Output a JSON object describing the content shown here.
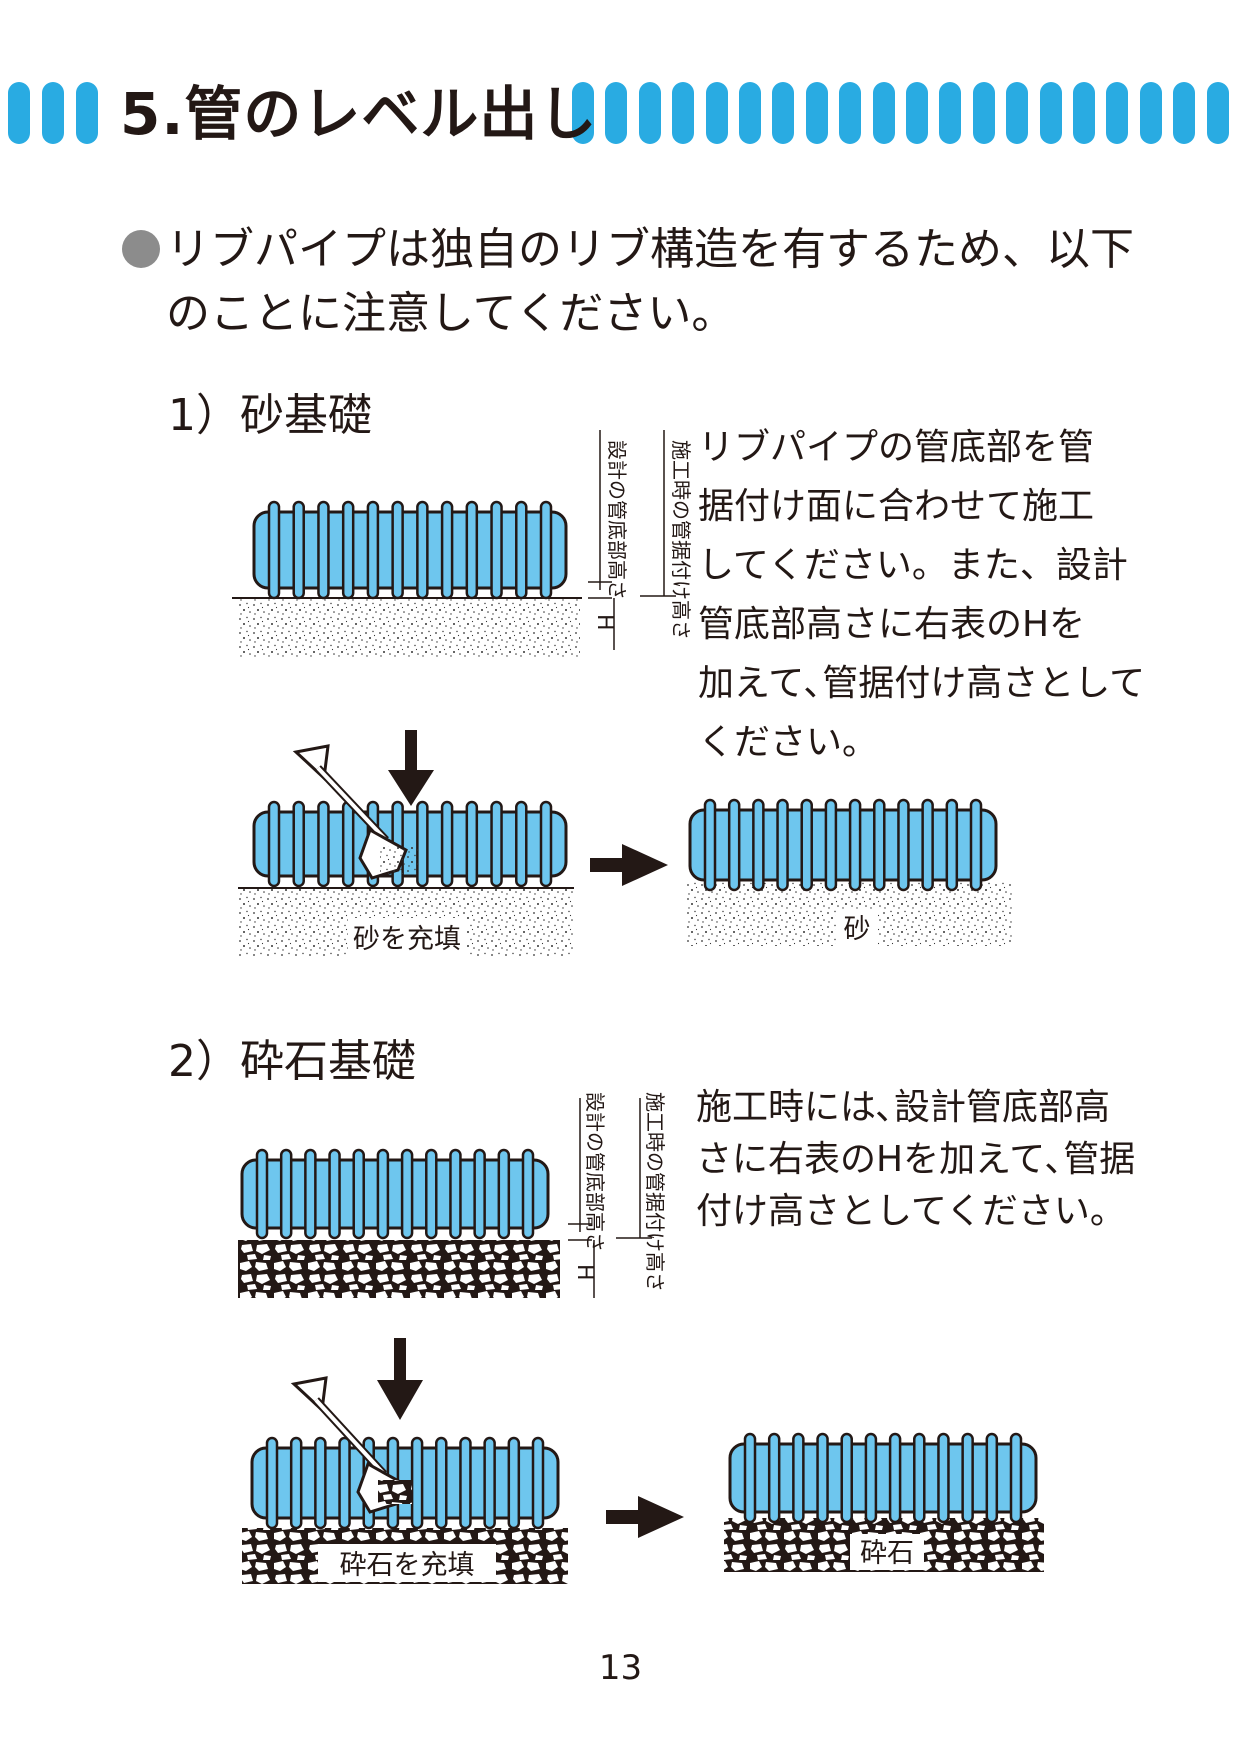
{
  "heading": {
    "title": "5.管のレベル出し"
  },
  "intro": {
    "line1": "リブパイプは独自のリブ構造を有するため、以下",
    "line2": "のことに注意してください。"
  },
  "section1": {
    "title": "1）砂基礎",
    "description_lines": [
      "リブパイプの管底部を管",
      "据付け面に合わせて施工",
      "してください。また、設計",
      "管底部高さに右表のHを",
      "加えて､管据付け高さとして",
      "ください。"
    ],
    "dimension_labels": {
      "design_height": "設計の管底部高さ",
      "install_height": "施工時の管据付け高さ",
      "h": "H"
    },
    "fill_label": "砂を充填",
    "result_label": "砂"
  },
  "section2": {
    "title": "2）砕石基礎",
    "description_lines": [
      "施工時には､設計管底部高",
      "さに右表のHを加えて､管据",
      "付け高さとしてください。"
    ],
    "dimension_labels": {
      "design_height": "設計の管底部高さ",
      "install_height": "施工時の管据付け高さ",
      "h": "H"
    },
    "fill_label": "砕石を充填",
    "result_label": "砕石"
  },
  "page_number": "13",
  "colors": {
    "accent": "#29abe2",
    "pipe": "#6ec6ee",
    "text": "#231815",
    "bullet": "#8c8c8c"
  }
}
